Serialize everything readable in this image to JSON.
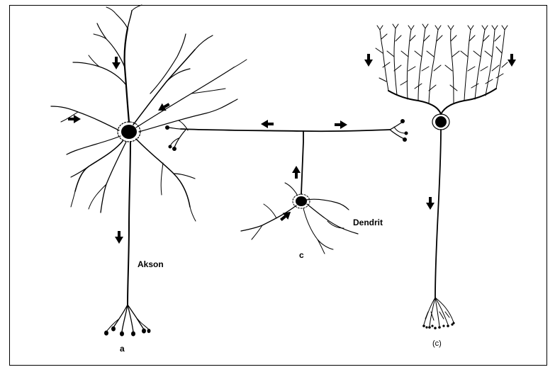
{
  "figure": {
    "labels": {
      "akson": "Akson",
      "dendrit": "Dendrit",
      "neuron_a": "a",
      "neuron_c": "c",
      "neuron_c_paren": "(c)"
    },
    "colors": {
      "ink": "#000000",
      "background": "#ffffff"
    },
    "icons": [
      "down-arrow-icon",
      "left-arrow-icon",
      "right-arrow-icon",
      "up-arrow-icon",
      "diagonal-arrow-icon"
    ]
  }
}
